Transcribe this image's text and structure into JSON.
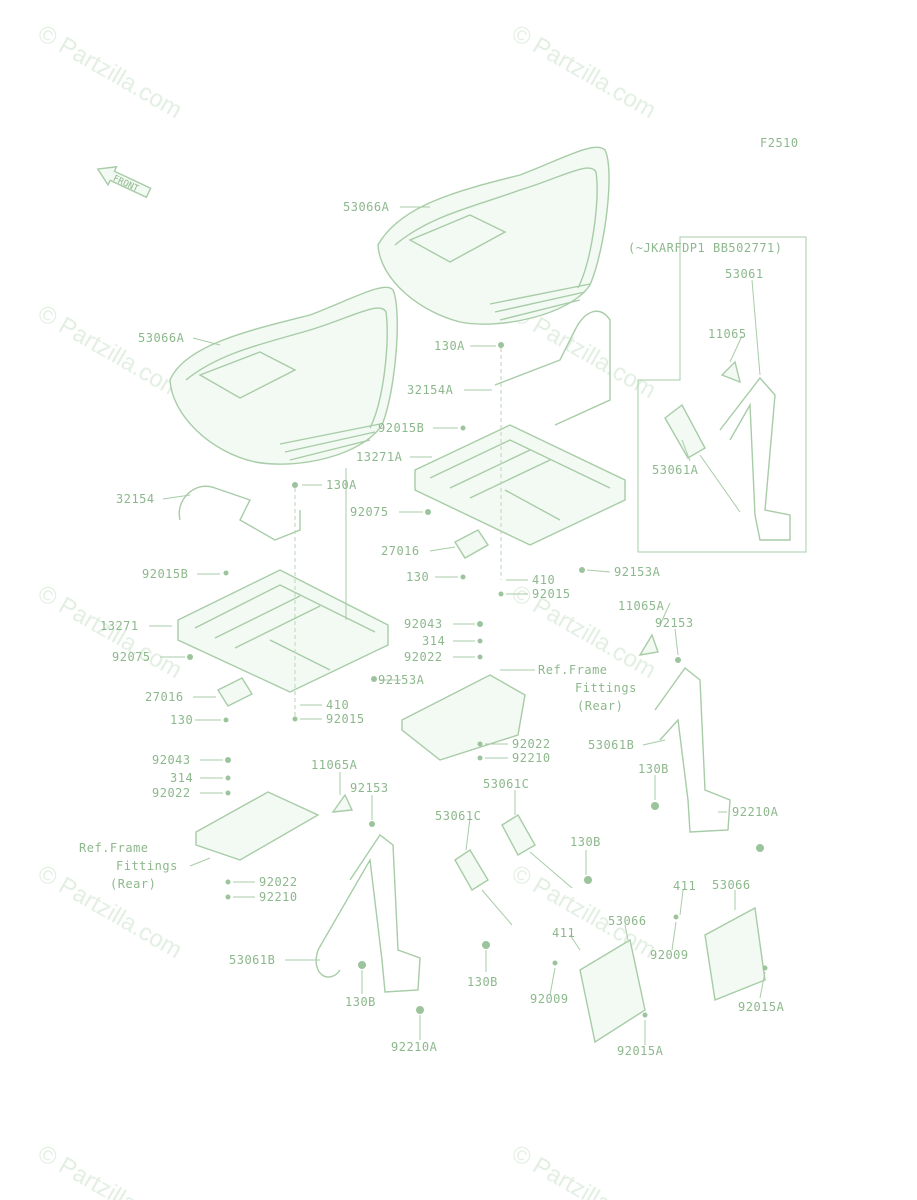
{
  "figure_code": "F2510",
  "front_indicator": "FRONT",
  "watermark": "© Partzilla.com",
  "note": "(~JKARFDP1 BB502771)",
  "labels": {
    "seat_rear": "53066A",
    "seat_front": "53066A",
    "bolt_130a_top": "130A",
    "bar_32154a": "32154A",
    "bolt_92015b_r": "92015B",
    "frame_13271a": "13271A",
    "bolt_130a_mid": "130A",
    "bar_32154": "32154",
    "nut_92075_r": "92075",
    "stop_27016_r": "27016",
    "bolt_130_r": "130",
    "nut_410_r": "410",
    "bolt_92153a_r": "92153A",
    "washer_92015_r": "92015",
    "bolt_92015b_l": "92015B",
    "frame_13271": "13271",
    "nut_92075_l": "92075",
    "stop_27016_l": "27016",
    "bolt_130_l": "130",
    "nut_410_l": "410",
    "washer_92015_l": "92015",
    "bolt_92153a_l": "92153A",
    "belt_53061": "53061",
    "cover_11065": "11065",
    "buckle_53061a": "53061A",
    "bolt_92043_r": "92043",
    "washer_314_r": "314",
    "washer_92022_r": "92022",
    "ref_frame_r_1": "Ref.Frame",
    "ref_frame_r_2": "Fittings",
    "ref_frame_r_3": "(Rear)",
    "washer_92022_r2": "92022",
    "nut_92210_r": "92210",
    "cover_11065a_r": "11065A",
    "bolt_92153_r": "92153",
    "belt_53061b_r": "53061B",
    "bolt_130b_r": "130B",
    "nut_92210a_r": "92210A",
    "bolt_92043_l": "92043",
    "washer_314_l": "314",
    "washer_92022_l": "92022",
    "ref_frame_l_1": "Ref.Frame",
    "ref_frame_l_2": "Fittings",
    "ref_frame_l_3": "(Rear)",
    "washer_92022_l2": "92022",
    "nut_92210_l": "92210",
    "cover_11065a_l": "11065A",
    "bolt_92153_l": "92153",
    "buckle_53061c_a": "53061C",
    "buckle_53061c_b": "53061C",
    "bolt_130b_mid": "130B",
    "belt_53061b_l": "53061B",
    "bolt_130b_l": "130B",
    "bolt_130b_low": "130B",
    "nut_92210a_l": "92210A",
    "nut_411_r": "411",
    "cover_53066_r": "53066",
    "nut_411_l": "411",
    "cover_53066_l": "53066",
    "bolt_92009_r": "92009",
    "bolt_92009_l": "92009",
    "bolt_92015a_r": "92015A",
    "bolt_92015a_l": "92015A"
  }
}
